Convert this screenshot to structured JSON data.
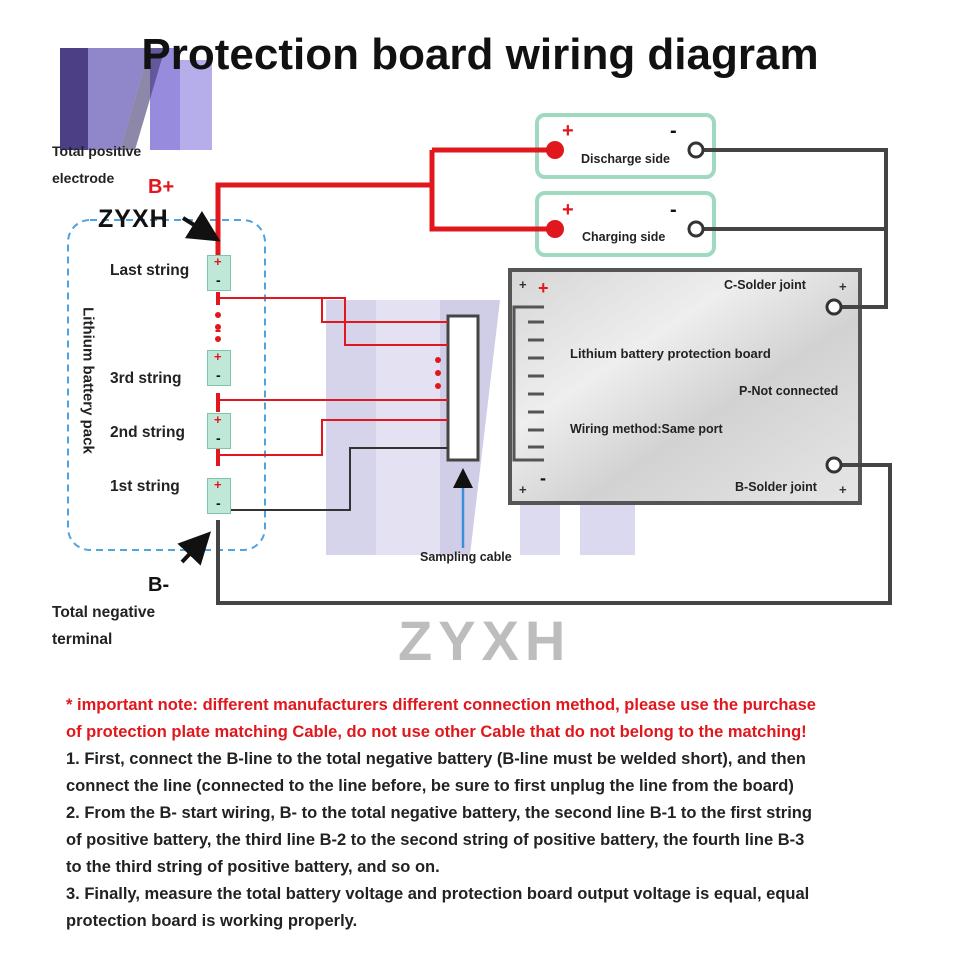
{
  "title": "Protection board wiring diagram",
  "colors": {
    "positive_wire": "#e0171d",
    "negative_wire": "#444444",
    "cell_fill": "#bfe8d8",
    "port_border": "#9fd9c0",
    "board_fill": "#dcdcdc",
    "note_red": "#e0171d"
  },
  "labels": {
    "total_positive": "Total positive",
    "electrode": "electrode",
    "b_plus": "B+",
    "brand_small": "ZYXH",
    "b_minus": "B-",
    "total_negative": "Total negative",
    "terminal": "terminal",
    "battery_pack": "Lithium battery pack",
    "sampling_cable": "Sampling cable",
    "brand_watermark": "ZYXH"
  },
  "strings": {
    "last": "Last string",
    "third": "3rd string",
    "second": "2nd string",
    "first": "1st string"
  },
  "cell_signs": {
    "plus": "+",
    "minus": "-"
  },
  "ports": {
    "discharge": {
      "label": "Discharge side",
      "plus": "+",
      "minus": "-"
    },
    "charging": {
      "label": "Charging side",
      "plus": "+",
      "minus": "-"
    }
  },
  "board": {
    "name": "Lithium battery protection board",
    "c_joint": "C-Solder joint",
    "p_joint": "P-Not connected",
    "wiring_method": "Wiring method:Same port",
    "b_joint": "B-Solder joint",
    "plus": "+",
    "minus": "-",
    "screw": "+"
  },
  "notes": {
    "warning_1": "* important note: different manufacturers different connection method, please use the purchase",
    "warning_2": "of protection plate matching Cable, do not use other Cable that do not belong to the matching!",
    "step1_a": "1. First, connect the B-line to the total negative battery (B-line must be welded short), and then",
    "step1_b": "connect the line (connected to the line before, be sure to first unplug the line from the board)",
    "step2_a": "2. From the B- start wiring, B- to the total negative battery, the second line B-1 to the first string",
    "step2_b": "of positive battery, the third line B-2 to the second string of positive battery, the fourth line B-3",
    "step2_c": "to the third string of positive battery, and so on.",
    "step3_a": "3. Finally, measure the total battery voltage and protection board output voltage is equal, equal",
    "step3_b": "protection board is working properly."
  }
}
